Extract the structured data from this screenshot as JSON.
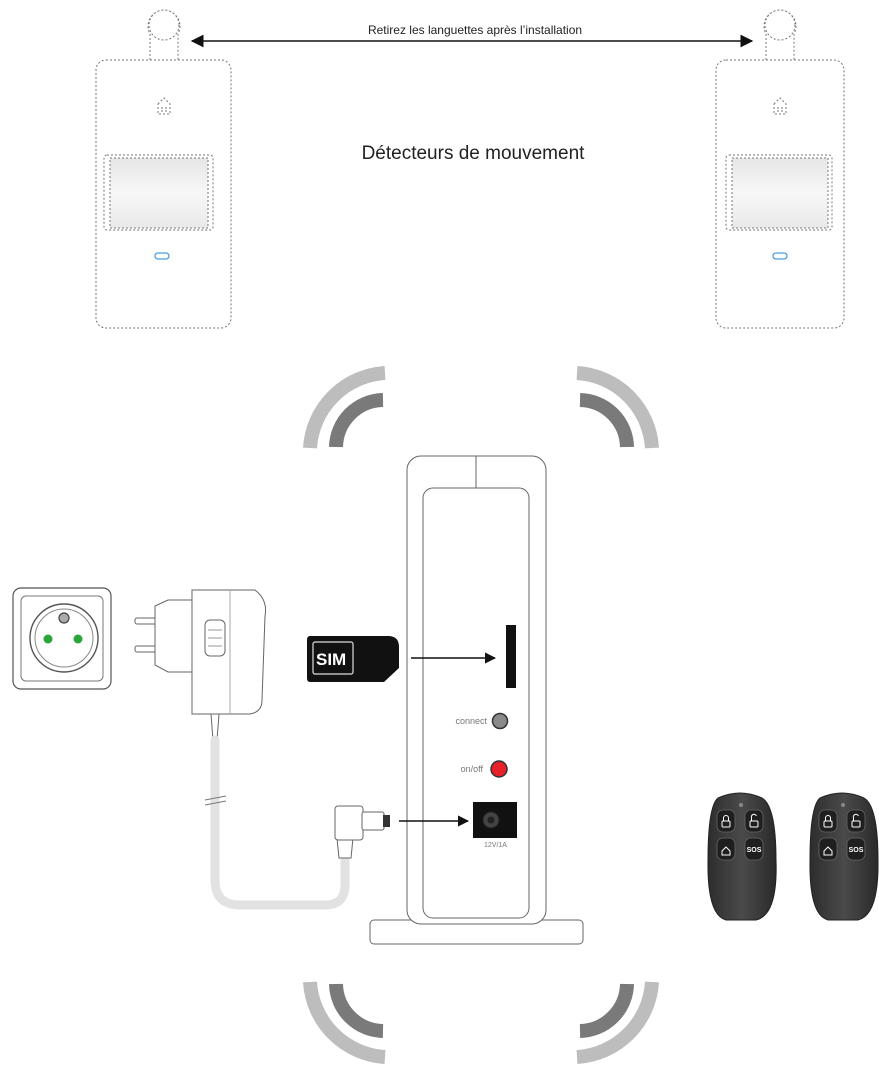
{
  "diagram": {
    "tab_removal_caption": "Retirez les languettes après l’installation",
    "detectors_title": "Détecteurs de mouvement",
    "sim_label": "SIM",
    "connect_label": "connect",
    "onoff_label": "on/off",
    "power_rating_label": "12V/1A",
    "remote_sos_label": "SOS",
    "colors": {
      "onoff_button": "#e8202a",
      "connect_button": "#8a8a8a",
      "socket_pin": "#2aa63a",
      "led": "#4aa0e0",
      "signal_inner": "#7a7a7a",
      "signal_outer": "#bdbdbd",
      "remote_body": "#3a3a3a"
    },
    "icons": [
      "tab-pull-icon",
      "pir-lens-icon",
      "led-indicator-icon",
      "wall-socket-icon",
      "power-adapter-icon",
      "sim-card-icon",
      "dc-jack-icon",
      "wireless-signal-icon",
      "remote-control-icon",
      "lock-icon",
      "unlock-icon",
      "home-icon"
    ]
  }
}
